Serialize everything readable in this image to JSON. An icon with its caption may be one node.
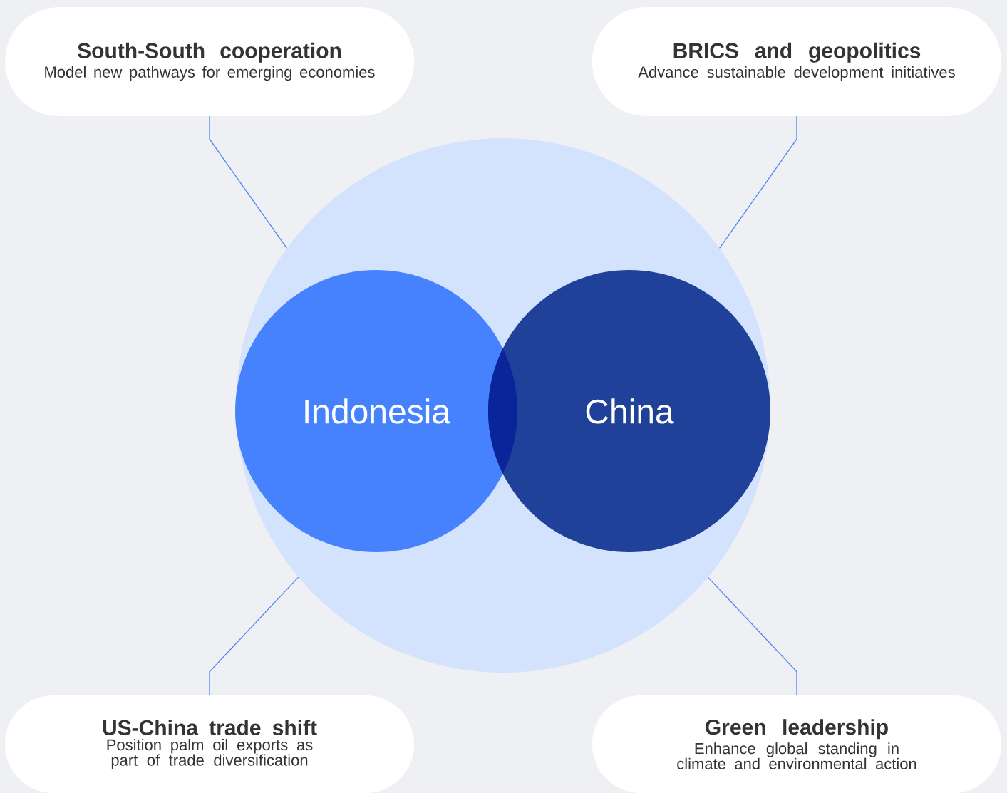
{
  "diagram": {
    "nodes": [
      {
        "text": [],
        "shape": "circle"
      },
      {
        "text": [
          "Indonesia"
        ],
        "in": 0
      },
      {
        "text": [
          "China"
        ],
        "in": 0
      },
      {
        "text": [
          "South-South cooperation",
          "Model new pathways for emerging economies"
        ]
      },
      {
        "text": [
          "BRICS and geopolitics",
          "Advance sustainable development initiatives"
        ]
      },
      {
        "text": [
          "US-China trade shift",
          "Position palm oil exports as part of trade diversification"
        ]
      },
      {
        "text": [
          "Green leadership",
          "Enhance global standing in climate and environmental action"
        ]
      }
    ],
    "edges": [
      {
        "from": 3,
        "to": 0,
        "arrow": "none"
      },
      {
        "from": 4,
        "to": 0,
        "arrow": "none"
      },
      {
        "from": 5,
        "to": 0,
        "arrow": "none"
      },
      {
        "from": 6,
        "to": 0,
        "arrow": "none"
      }
    ]
  }
}
